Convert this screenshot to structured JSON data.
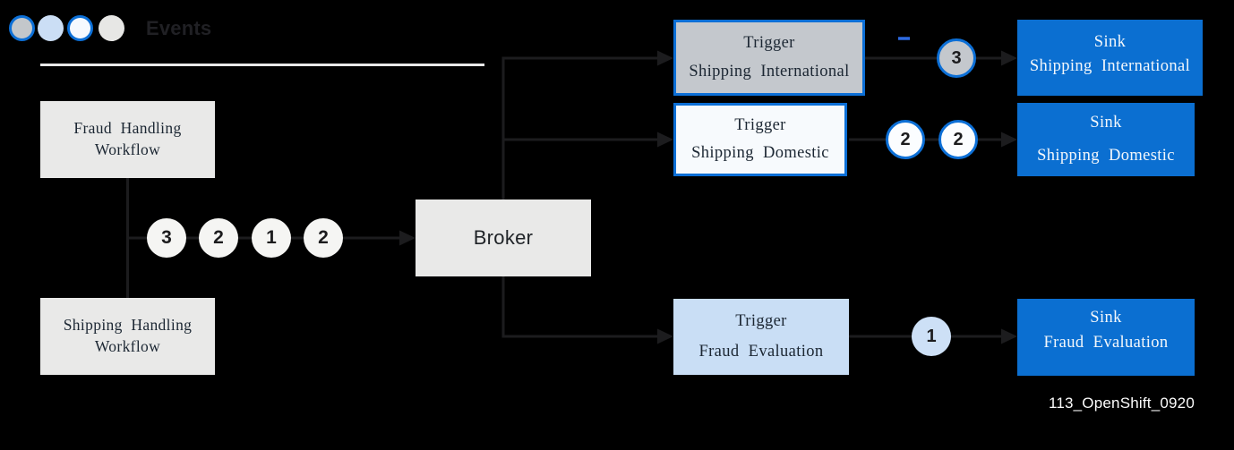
{
  "colors": {
    "background": "#000000",
    "blue_border": "#0c6fd6",
    "sink_blue": "#0b6fd1",
    "connector": "#1c1c1e",
    "divider": "#e9e9e9",
    "dash_blue": "#2e6be2"
  },
  "legend": {
    "title": "Events",
    "swatches": [
      {
        "name": "shipping-international-event",
        "fill": "#c3c7cb",
        "border": "#0c6fd6"
      },
      {
        "name": "fraud-evaluation-event",
        "fill": "#cbdef5",
        "border": "transparent"
      },
      {
        "name": "shipping-domestic-event",
        "fill": "#f5f9fe",
        "border": "#0c6fd6"
      },
      {
        "name": "generic-event",
        "fill": "#e7e7e5",
        "border": "transparent"
      }
    ]
  },
  "workflows": [
    {
      "line1": "Fraud Handling",
      "line2": "Workflow"
    },
    {
      "line1": "Shipping Handling",
      "line2": "Workflow"
    }
  ],
  "event_queue": {
    "values": [
      "3",
      "2",
      "1",
      "2"
    ],
    "fill": "#f5f5f3"
  },
  "broker": {
    "label": "Broker"
  },
  "rows": [
    {
      "trigger": {
        "line1": "Trigger",
        "line2": "Shipping International",
        "fill": "#c4c8cd",
        "border": "#0c6fd6"
      },
      "badges": [
        {
          "value": "3",
          "fill": "#c4c8cd",
          "border": "#0c6fd6"
        }
      ],
      "sink": {
        "line1": "Sink",
        "line2": "Shipping International",
        "fill": "#0b6fd1"
      }
    },
    {
      "trigger": {
        "line1": "Trigger",
        "line2": "Shipping Domestic",
        "fill": "#f7fafd",
        "border": "#0c6fd6"
      },
      "badges": [
        {
          "value": "2",
          "fill": "#fbfdff",
          "border": "#0c6fd6"
        },
        {
          "value": "2",
          "fill": "#fbfdff",
          "border": "#0c6fd6"
        }
      ],
      "sink": {
        "line1": "Sink",
        "line2": "Shipping Domestic",
        "fill": "#0b6fd1"
      }
    },
    {
      "trigger": {
        "line1": "Trigger",
        "line2": "Fraud Evaluation",
        "fill": "#c9def5",
        "border": "transparent"
      },
      "badges": [
        {
          "value": "1",
          "fill": "#cde0f6",
          "border": "transparent"
        }
      ],
      "sink": {
        "line1": "Sink",
        "line2": "Fraud Evaluation",
        "fill": "#0b6fd1"
      }
    }
  ],
  "caption": "113_OpenShift_0920"
}
